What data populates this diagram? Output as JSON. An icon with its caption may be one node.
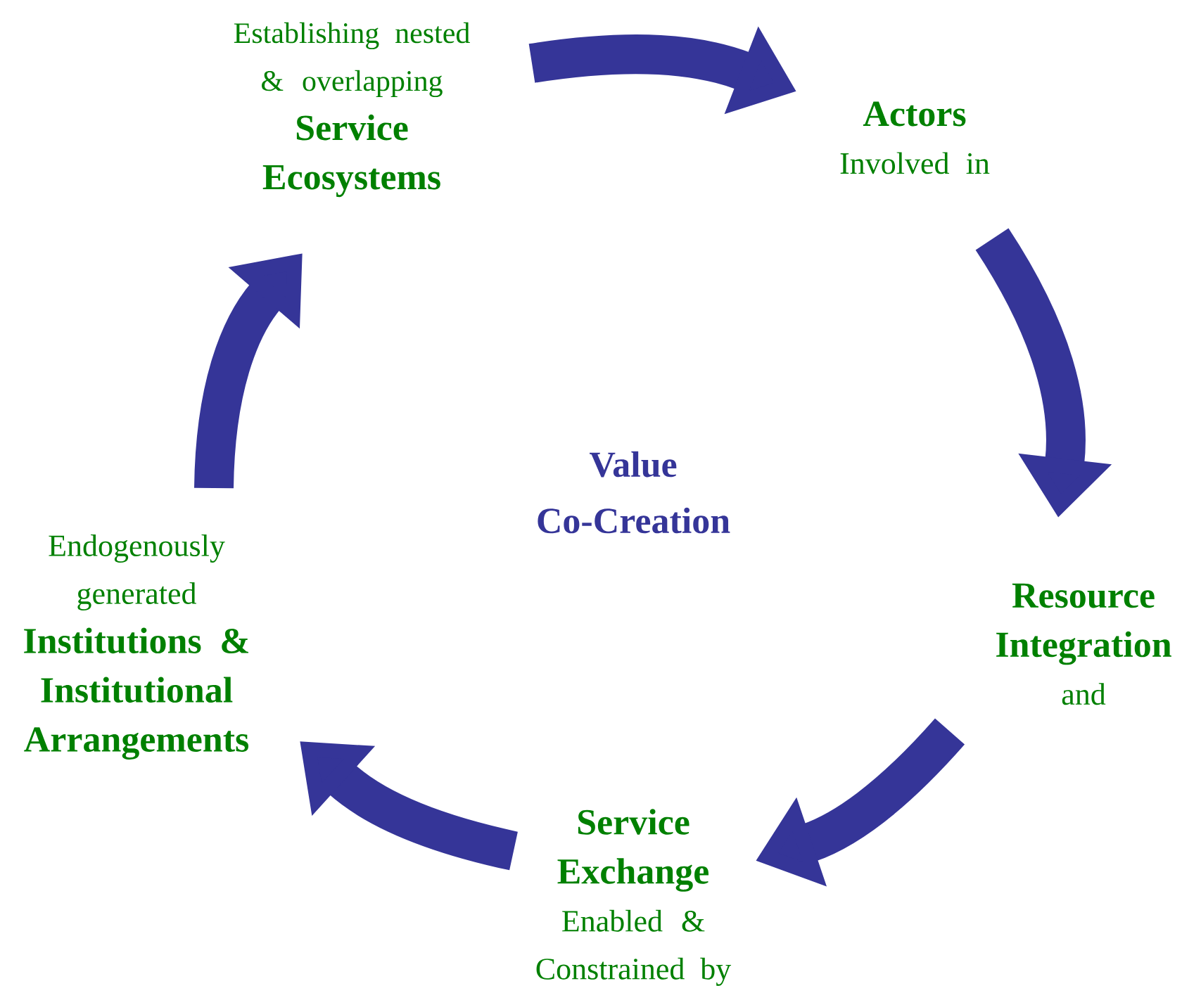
{
  "diagram": {
    "nodes": [
      {
        "text": [
          "Establishing nested & overlapping",
          "Service Ecosystems"
        ]
      },
      {
        "text": [
          "Actors",
          "Involved in"
        ]
      },
      {
        "text": [
          "Resource Integration",
          "and"
        ]
      },
      {
        "text": [
          "Service Exchange",
          "Enabled & Constrained by"
        ]
      },
      {
        "text": [
          "Endogenously generated",
          "Institutions & Institutional Arrangements"
        ]
      }
    ],
    "edges": [
      {
        "from": 0,
        "to": 1,
        "arrow": "to"
      },
      {
        "from": 1,
        "to": 2,
        "arrow": "to"
      },
      {
        "from": 2,
        "to": 3,
        "arrow": "to"
      },
      {
        "from": 3,
        "to": 4,
        "arrow": "to"
      },
      {
        "from": 4,
        "to": 0,
        "arrow": "to"
      }
    ],
    "labels": [
      "Value Co-Creation"
    ]
  }
}
